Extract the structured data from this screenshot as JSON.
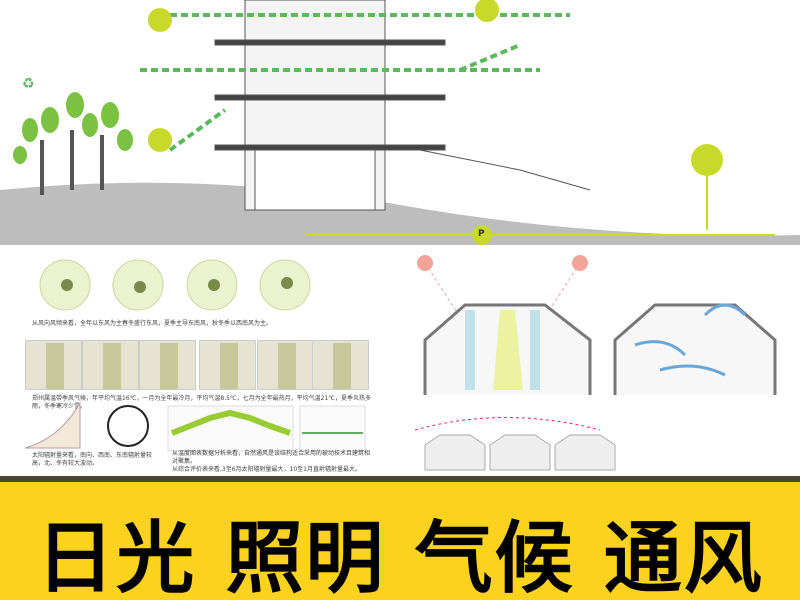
{
  "banner": {
    "title": "日光 照明 气候 通风",
    "background": "#fbd21e"
  },
  "top_section": {
    "parking_label": "P",
    "accent": "#5cb85c"
  },
  "analysis": {
    "wind_text": "从风向风频来看，全年以东风为主春冬盛行东风，夏季主导东南风，秋冬季以西南风为主。",
    "climate_text": "郑州属温带季风气候，年平均气温16℃，一月为全年最冷月，平均气温8.5℃，七月为全年最热月，平均气温21℃，夏季炎热多雨，冬季寒冷少雪。",
    "solar_text": "太阳辐射量来看，南向、西南、东南辐射量较高，北、冬有较大波动。",
    "ventilation_text": "从温度图表数据分析来看，自然通风是该结构适合采用的被动技术且建筑相对聚集。",
    "radiation_text": "从综合评价表来看,3至6月太阳辐射量最大，10至1月直射辐射量最大。"
  }
}
